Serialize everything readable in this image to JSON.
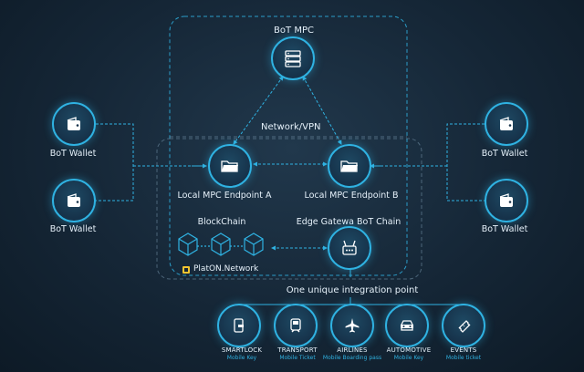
{
  "diagram": {
    "top_label": "BoT MPC",
    "network_label": "Network/VPN",
    "wallet_label": "BoT Wallet",
    "endpoint_a": "Local MPC Endpoint A",
    "endpoint_b": "Local MPC Endpoint B",
    "blockchain_label": "BlockChain",
    "edge_label": "Edge Gatewa BoT Chain",
    "platon_label": "PlatON.Network",
    "integration_label": "One unique integration point",
    "services": [
      {
        "name": "SMARTLOCK",
        "sub": "Mobile Key",
        "icon": "smartlock-icon"
      },
      {
        "name": "TRANSPORT",
        "sub": "Mobile Ticket",
        "icon": "train-icon"
      },
      {
        "name": "AIRLINES",
        "sub": "Mobile Boarding pass",
        "icon": "airplane-icon"
      },
      {
        "name": "AUTOMOTIVE",
        "sub": "Mobile Key",
        "icon": "car-icon"
      },
      {
        "name": "EVENTS",
        "sub": "Mobile ticket",
        "icon": "ticket-icon"
      }
    ],
    "colors": {
      "accent": "#2fb2e2",
      "background": "#152636",
      "text": "#e6f1fa"
    }
  }
}
